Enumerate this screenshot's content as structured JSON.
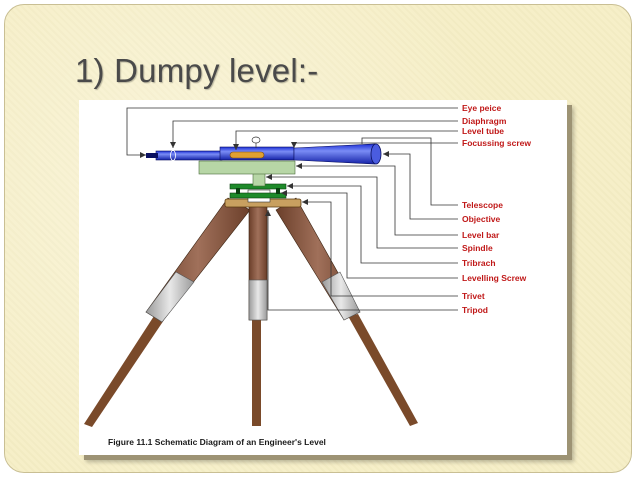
{
  "slide": {
    "title": "1)  Dumpy level:-"
  },
  "figure": {
    "labels": {
      "eye_piece": "Eye peice",
      "diaphragm": "Diaphragm",
      "level_tube": "Level tube",
      "focussing_screw": "Focussing screw",
      "telescope": "Telescope",
      "objective": "Objective",
      "level_bar": "Level bar",
      "spindle": "Spindle",
      "tribrach": "Tribrach",
      "levelling_screw": "Levelling Screw",
      "trivet": "Trivet",
      "tripod": "Tripod"
    },
    "caption": "Figure 11.1 Schematic Diagram of an Engineer's Level"
  }
}
